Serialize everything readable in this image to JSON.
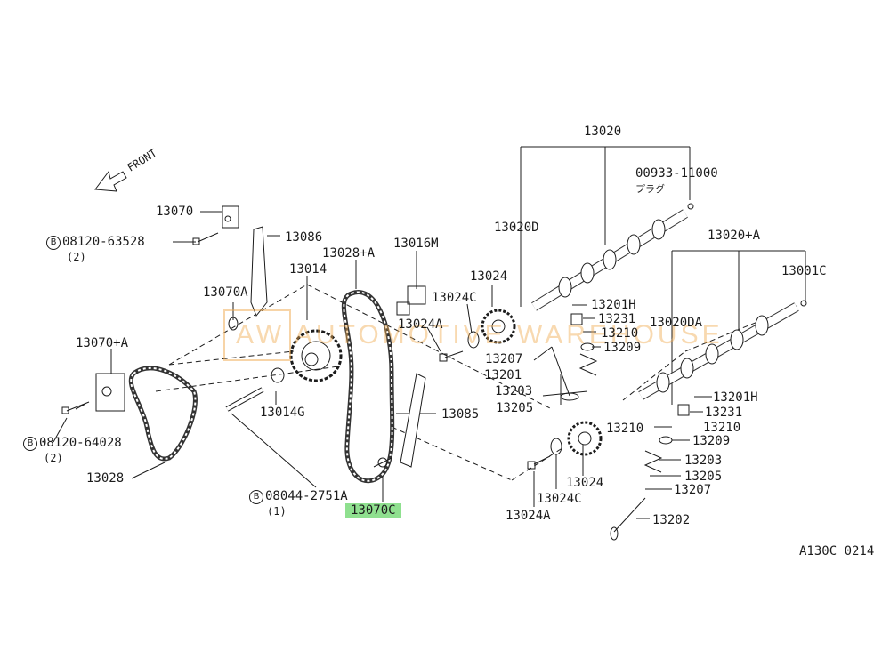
{
  "diagram": {
    "front_label": "FRONT",
    "figure_code": "A130C 0214",
    "watermark": "AW AUTOMOTIVE WAREHOUSE",
    "highlight_color": "#8fe08f",
    "parts": {
      "p13020": "13020",
      "p00933": "00933-11000",
      "p00933_sub": "プラグ",
      "p13020D": "13020D",
      "p13020A": "13020+A",
      "p13001C": "13001C",
      "p13070": "13070",
      "p08120_63528": "08120-63528",
      "p08120_63528_qty": "(2)",
      "p13086": "13086",
      "p13016M": "13016M",
      "p13028A": "13028+A",
      "p13014": "13014",
      "p13024_top": "13024",
      "p13024C_top": "13024C",
      "p13070A": "13070A",
      "p13024A_top": "13024A",
      "p13201H_top": "13201H",
      "p13231_top": "13231",
      "p13210_top": "13210",
      "p13209_top": "13209",
      "p13020DA": "13020DA",
      "p13070pA": "13070+A",
      "p13207_top": "13207",
      "p13201": "13201",
      "p13203_top": "13203",
      "p13205_top": "13205",
      "p13014G": "13014G",
      "p13085": "13085",
      "p13201H_bot": "13201H",
      "p13231_bot": "13231",
      "p13210_bot": "13210",
      "p13210_bot2": "13210",
      "p13209_bot": "13209",
      "p08120_64028": "08120-64028",
      "p08120_64028_qty": "(2)",
      "p13203_bot": "13203",
      "p13205_bot": "13205",
      "p13024_bot": "13024",
      "p13028": "13028",
      "p13207_bot": "13207",
      "p08044": "08044-2751A",
      "p08044_qty": "(1)",
      "p13024C_bot": "13024C",
      "p13070C": "13070C",
      "p13024A_bot": "13024A",
      "p13202": "13202",
      "b_marker": "B"
    }
  }
}
